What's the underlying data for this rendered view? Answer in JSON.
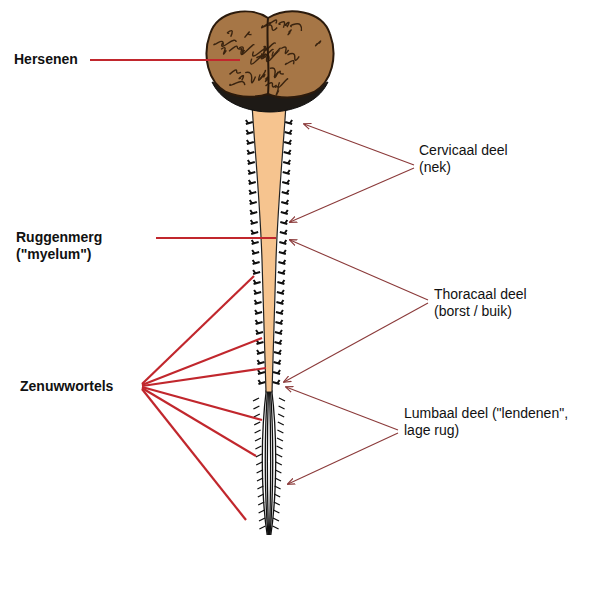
{
  "diagram": {
    "labels": [
      "Hersenen",
      "Ruggenmerg (\"myelum\")",
      "Zenuwwortels",
      "Cervicaal deel (nek)",
      "Thoracaal deel (borst / buik)",
      "Lumbaal deel (\"lendenen\", lage rug)"
    ]
  }
}
